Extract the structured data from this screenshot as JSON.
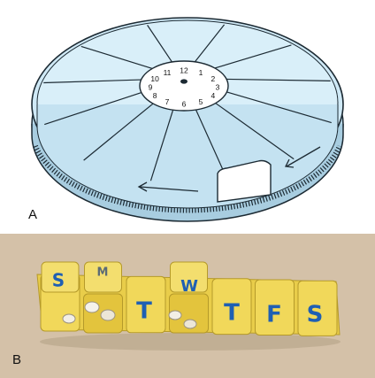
{
  "panels": {
    "a": {
      "label": "A"
    },
    "b": {
      "label": "B"
    }
  },
  "dial": {
    "hours": [
      "1",
      "2",
      "3",
      "4",
      "5",
      "6",
      "7",
      "8",
      "9",
      "10",
      "11",
      "12"
    ]
  },
  "weekly_box": {
    "days": [
      "S",
      "M",
      "T",
      "W",
      "T",
      "F",
      "S"
    ]
  },
  "colors": {
    "tray_fill": "#cfe9f6",
    "tray_line": "#1c2a33",
    "photo_background": "#d4c1a8",
    "box_yellow": "#f1d85a",
    "letter_blue": "#1f5fb3",
    "letter_grey": "#5b6b76"
  }
}
